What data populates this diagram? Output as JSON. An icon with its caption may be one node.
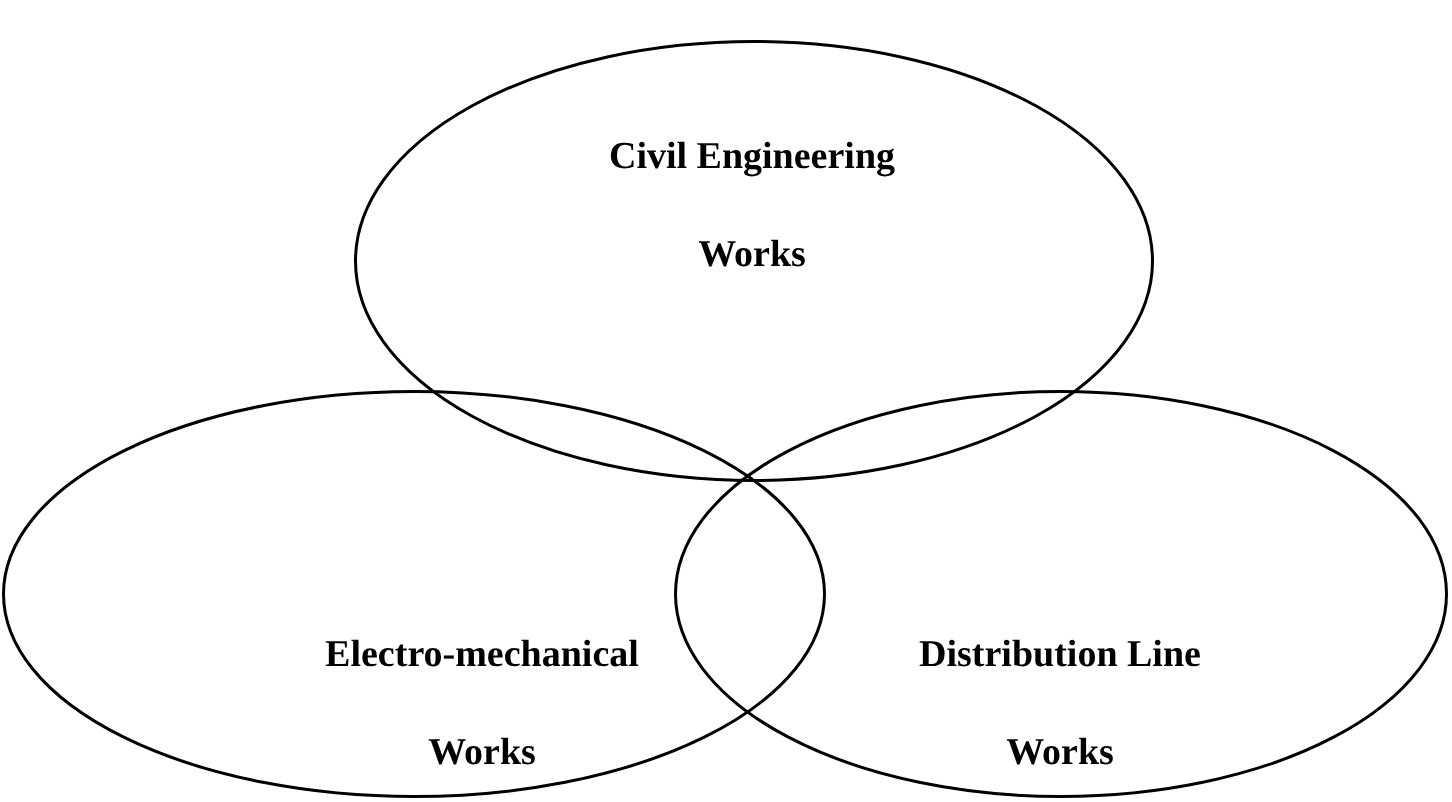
{
  "diagram": {
    "nodes": [
      {
        "text": [
          "Civil Engineering Works"
        ]
      },
      {
        "text": [
          "Electro-mechanical Works"
        ]
      },
      {
        "text": [
          "Distribution Line Works"
        ]
      }
    ]
  }
}
